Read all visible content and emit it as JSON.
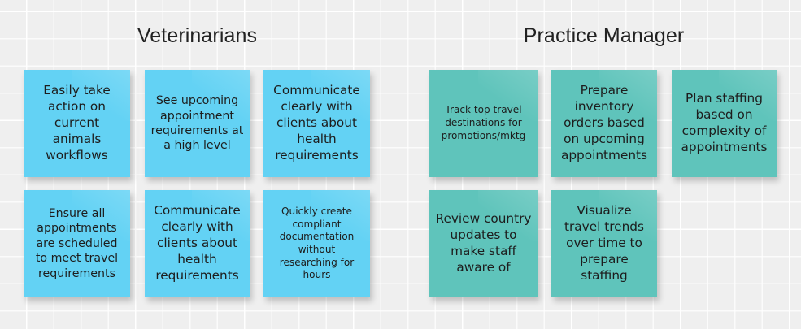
{
  "board": {
    "background_color": "#efefef",
    "grid_line_color": "#ffffff"
  },
  "groups": [
    {
      "id": "veterinarians",
      "title": "Veterinarians"
    },
    {
      "id": "practice-manager",
      "title": "Practice Manager"
    }
  ],
  "notes": [
    {
      "id": "note-1",
      "group": "veterinarians",
      "color": "#63d2f4",
      "color_name": "blue",
      "row": 1,
      "column": 1,
      "size": "fs-lg",
      "text": "Easily take action on current animals workflows"
    },
    {
      "id": "note-2",
      "group": "veterinarians",
      "color": "#63d2f4",
      "color_name": "blue",
      "row": 1,
      "column": 2,
      "size": "fs-md",
      "text": "See upcoming appointment requirements at a high level"
    },
    {
      "id": "note-3",
      "group": "veterinarians",
      "color": "#63d2f4",
      "color_name": "blue",
      "row": 1,
      "column": 3,
      "size": "fs-lg",
      "text": "Communicate clearly with clients about health requirements"
    },
    {
      "id": "note-4",
      "group": "practice-manager",
      "color": "#5fc4bb",
      "color_name": "teal",
      "row": 1,
      "column": 4,
      "size": "fs-sm",
      "text": "Track top travel destinations for promotions/mktg"
    },
    {
      "id": "note-5",
      "group": "practice-manager",
      "color": "#5fc4bb",
      "color_name": "teal",
      "row": 1,
      "column": 5,
      "size": "fs-lg",
      "text": "Prepare inventory orders based on upcoming appointments"
    },
    {
      "id": "note-6",
      "group": "practice-manager",
      "color": "#5fc4bb",
      "color_name": "teal",
      "row": 1,
      "column": 6,
      "size": "fs-lg",
      "text": "Plan staffing based on complexity of appointments"
    },
    {
      "id": "note-7",
      "group": "veterinarians",
      "color": "#63d2f4",
      "color_name": "blue",
      "row": 2,
      "column": 1,
      "size": "fs-md",
      "text": "Ensure all appointments are scheduled to meet travel requirements"
    },
    {
      "id": "note-8",
      "group": "veterinarians",
      "color": "#63d2f4",
      "color_name": "blue",
      "row": 2,
      "column": 2,
      "size": "fs-lg",
      "text": "Communicate clearly with clients about health requirements"
    },
    {
      "id": "note-9",
      "group": "veterinarians",
      "color": "#63d2f4",
      "color_name": "blue",
      "row": 2,
      "column": 3,
      "size": "fs-sm",
      "text": "Quickly create compliant documentation without researching for hours"
    },
    {
      "id": "note-10",
      "group": "practice-manager",
      "color": "#5fc4bb",
      "color_name": "teal",
      "row": 2,
      "column": 4,
      "size": "fs-lg",
      "text": "Review country updates to make staff aware of"
    },
    {
      "id": "note-11",
      "group": "practice-manager",
      "color": "#5fc4bb",
      "color_name": "teal",
      "row": 2,
      "column": 5,
      "size": "fs-lg",
      "text": "Visualize travel trends over time to prepare staffing"
    }
  ]
}
